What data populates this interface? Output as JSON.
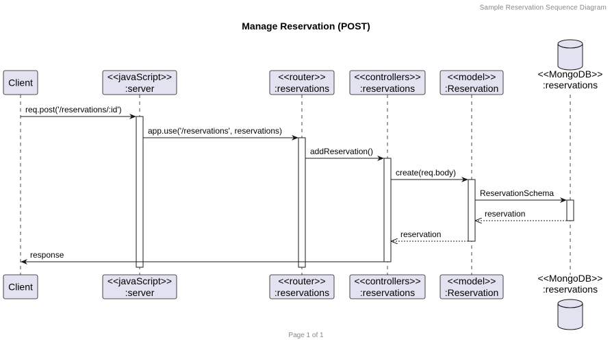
{
  "header_note": "Sample Reservation Sequence Diagram",
  "title": "Manage Reservation (POST)",
  "footer": "Page 1 of 1",
  "participants": [
    {
      "id": "client",
      "type": "participant",
      "lines": [
        "Client"
      ]
    },
    {
      "id": "server",
      "type": "participant",
      "lines": [
        "<<javaScript>>",
        ":server"
      ]
    },
    {
      "id": "router",
      "type": "participant",
      "lines": [
        "<<router>>",
        ":reservations"
      ]
    },
    {
      "id": "controllers",
      "type": "participant",
      "lines": [
        "<<controllers>>",
        ":reservations"
      ]
    },
    {
      "id": "model",
      "type": "participant",
      "lines": [
        "<<model>>",
        ":Reservation"
      ]
    },
    {
      "id": "db",
      "type": "database",
      "lines": [
        "<<MongoDB>>",
        ":reservations"
      ]
    }
  ],
  "messages": [
    {
      "from": "client",
      "to": "server",
      "label": "req.post('/reservations/:id')",
      "style": "solid"
    },
    {
      "from": "server",
      "to": "router",
      "label": "app.use('/reservations', reservations)",
      "style": "solid"
    },
    {
      "from": "router",
      "to": "controllers",
      "label": "addReservation()",
      "style": "solid"
    },
    {
      "from": "controllers",
      "to": "model",
      "label": "create(req.body)",
      "style": "solid"
    },
    {
      "from": "model",
      "to": "db",
      "label": "ReservationSchema",
      "style": "solid"
    },
    {
      "from": "db",
      "to": "model",
      "label": "reservation",
      "style": "dashed"
    },
    {
      "from": "model",
      "to": "controllers",
      "label": "reservation",
      "style": "dashed"
    },
    {
      "from": "controllers",
      "to": "client",
      "label": "response",
      "style": "solid"
    }
  ]
}
